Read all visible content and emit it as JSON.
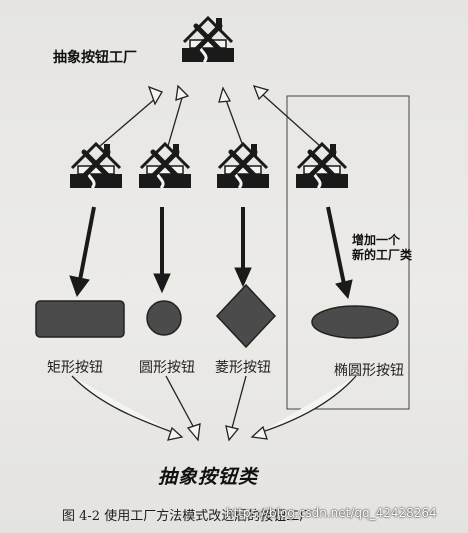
{
  "title": "抽象按钮工厂",
  "note": "增加一个新的工厂类",
  "note_lines": [
    "增加一个",
    "新的工厂类"
  ],
  "products": [
    "矩形按钮",
    "圆形按钮",
    "菱形按钮",
    "椭圆形按钮"
  ],
  "abstract_product": "抽象按钮类",
  "caption": "图 4-2    使用工厂方法模式改进后的按钮工厂",
  "caption_prefix": "图 4-2    使用工厂方法模式改进后的按钮工厂",
  "watermark": "https://blog.csdn.net/qq_42428264",
  "colors": {
    "paper": "#e9e8e4",
    "ink": "#1a1a1a",
    "shape": "#4b4b4b"
  },
  "icons": [
    "factory-icon",
    "arrow-icon"
  ]
}
